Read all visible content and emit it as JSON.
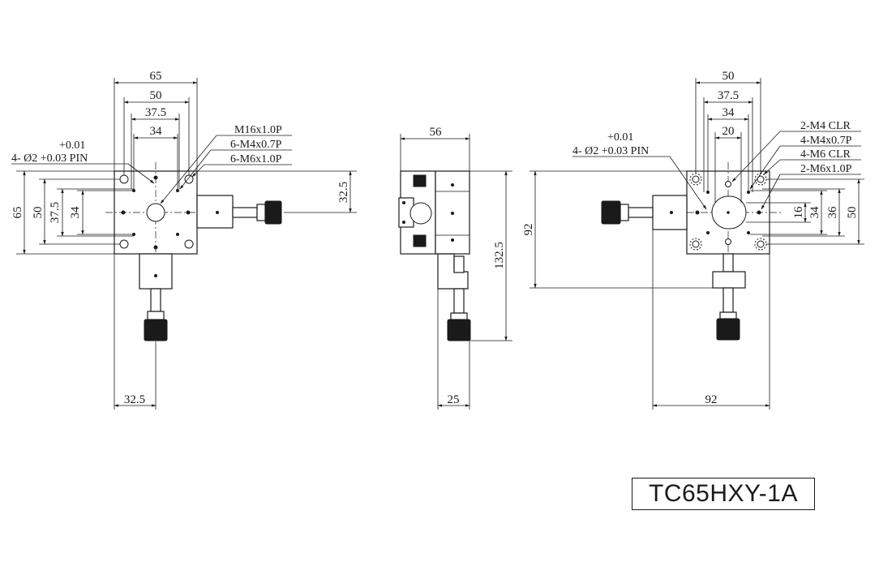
{
  "model": "TC65HXY-1A",
  "colors": {
    "ink": "#1a1a1a",
    "background": "#ffffff"
  },
  "front_view": {
    "dims": {
      "width_65": "65",
      "width_50": "50",
      "width_37_5": "37.5",
      "width_34": "34",
      "height_65": "65",
      "height_50": "50",
      "height_37_5": "37.5",
      "height_34": "34",
      "height_32_5": "32.5",
      "offset_32_5": "32.5"
    },
    "pin_tol_upper": "+0.01",
    "pin_spec": "4- Ø2 +0.03 PIN",
    "callouts": [
      "M16x1.0P",
      "6-M4x0.7P",
      "6-M6x1.0P"
    ]
  },
  "side_view": {
    "dims": {
      "width_56": "56",
      "height_132_5": "132.5",
      "width_25": "25"
    }
  },
  "rear_view": {
    "dims": {
      "width_50": "50",
      "width_37_5": "37.5",
      "width_34": "34",
      "width_20": "20",
      "height_92": "92",
      "width_92": "92",
      "v_16": "16",
      "v_34": "34",
      "v_36": "36",
      "v_50": "50"
    },
    "pin_tol_upper": "+0.01",
    "pin_spec": "4- Ø2 +0.03 PIN",
    "callouts": [
      "2-M4 CLR",
      "4-M4x0.7P",
      "4-M6 CLR",
      "2-M6x1.0P"
    ]
  }
}
